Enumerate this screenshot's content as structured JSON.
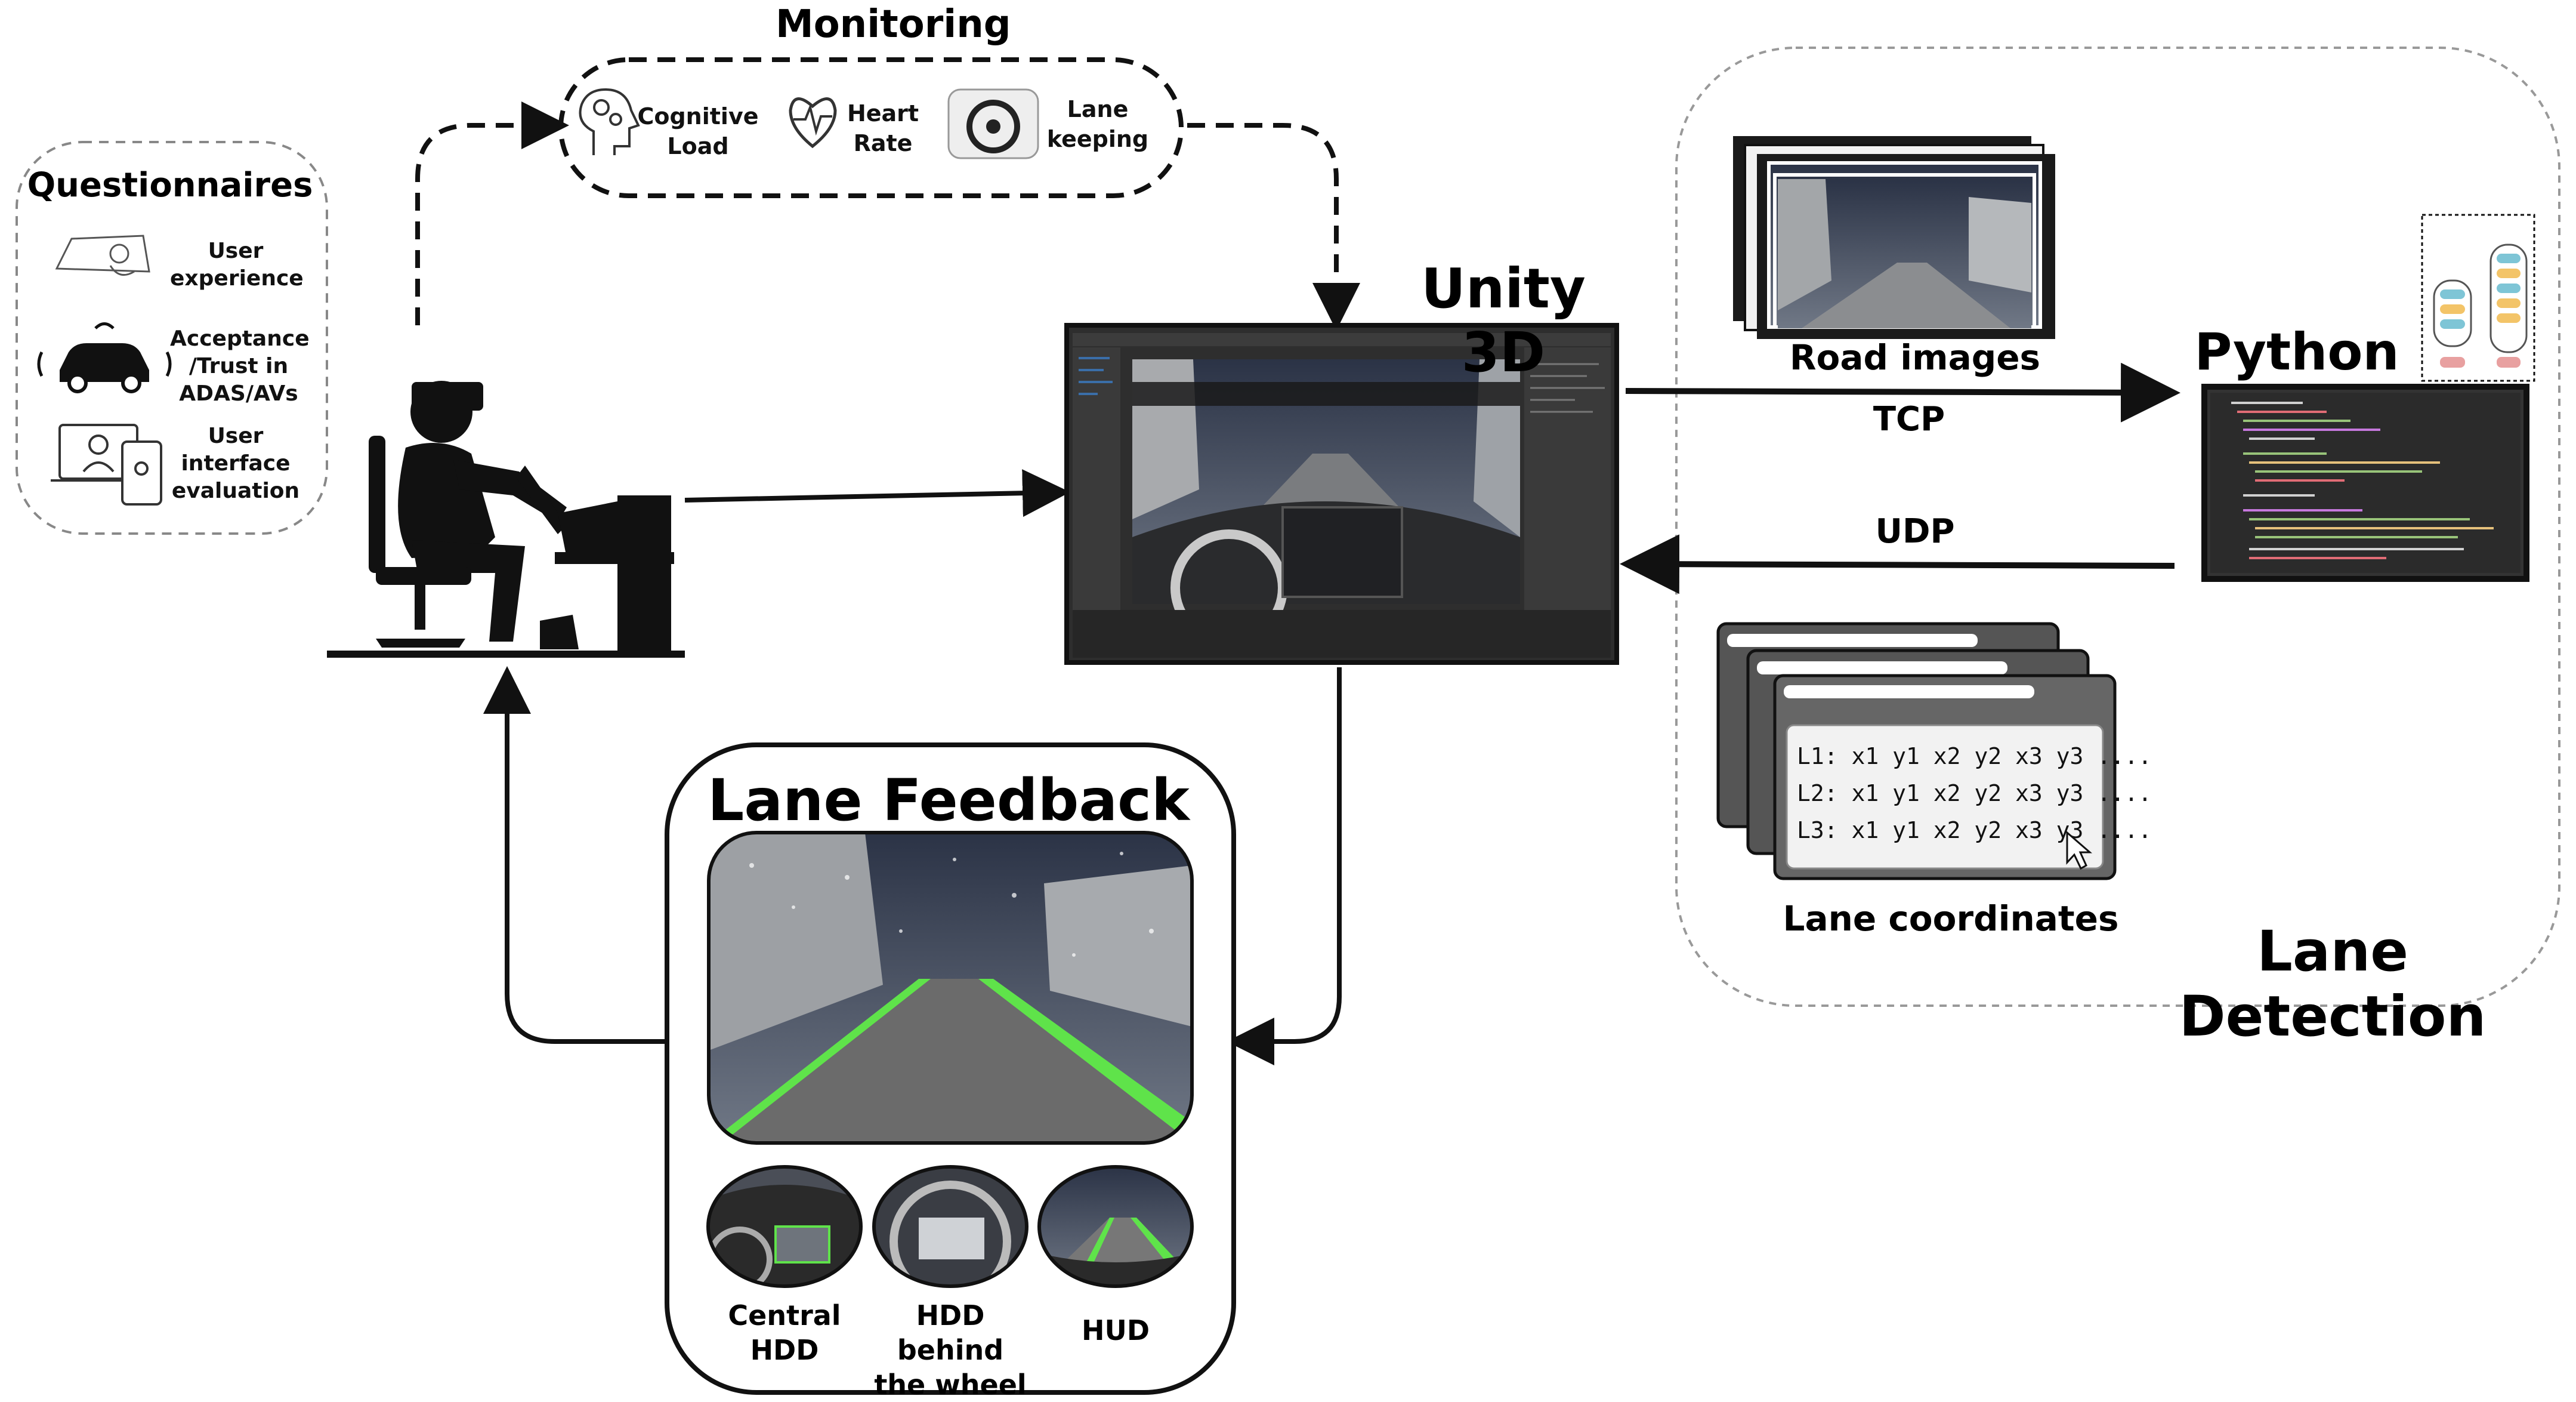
{
  "titles": {
    "monitoring": "Monitoring",
    "questionnaires": "Questionnaires",
    "unity": "Unity 3D",
    "python": "Python",
    "lane_feedback": "Lane Feedback",
    "lane_detection": "Lane Detection"
  },
  "monitoring_items": [
    {
      "label_line1": "Cognitive",
      "label_line2": "Load",
      "icon": "brain-gears-icon"
    },
    {
      "label_line1": "Heart",
      "label_line2": "Rate",
      "icon": "heart-pulse-icon"
    },
    {
      "label_line1": "Lane",
      "label_line2": "keeping",
      "icon": "steering-wheel-icon"
    }
  ],
  "questionnaire_items": [
    {
      "lines": [
        "User",
        "experience"
      ],
      "icon": "driver-icon"
    },
    {
      "lines": [
        "Acceptance",
        "/Trust in",
        "ADAS/AVs"
      ],
      "icon": "connected-car-icon"
    },
    {
      "lines": [
        "User",
        "interface",
        "evaluation"
      ],
      "icon": "laptop-phone-icon"
    }
  ],
  "connections": {
    "tcp": "TCP",
    "udp": "UDP"
  },
  "detection": {
    "road_images": "Road images",
    "lane_coordinates": "Lane coordinates",
    "coord_lines": [
      "L1: x1 y1 x2 y2 x3 y3 ....",
      "L2: x1 y1 x2 y2 x3 y3 ....",
      "L3: x1 y1 x2 y2 x3 y3 ...."
    ]
  },
  "feedback_modes": [
    {
      "lines": [
        "Central",
        "HDD"
      ]
    },
    {
      "lines": [
        "HDD behind",
        "the wheel"
      ]
    },
    {
      "lines": [
        "HUD"
      ]
    }
  ],
  "colors": {
    "ink": "#111111",
    "lane_green": "#5fe34a",
    "dashed_border": "#8a8a8a",
    "editor_bg": "#3a3a3a"
  }
}
